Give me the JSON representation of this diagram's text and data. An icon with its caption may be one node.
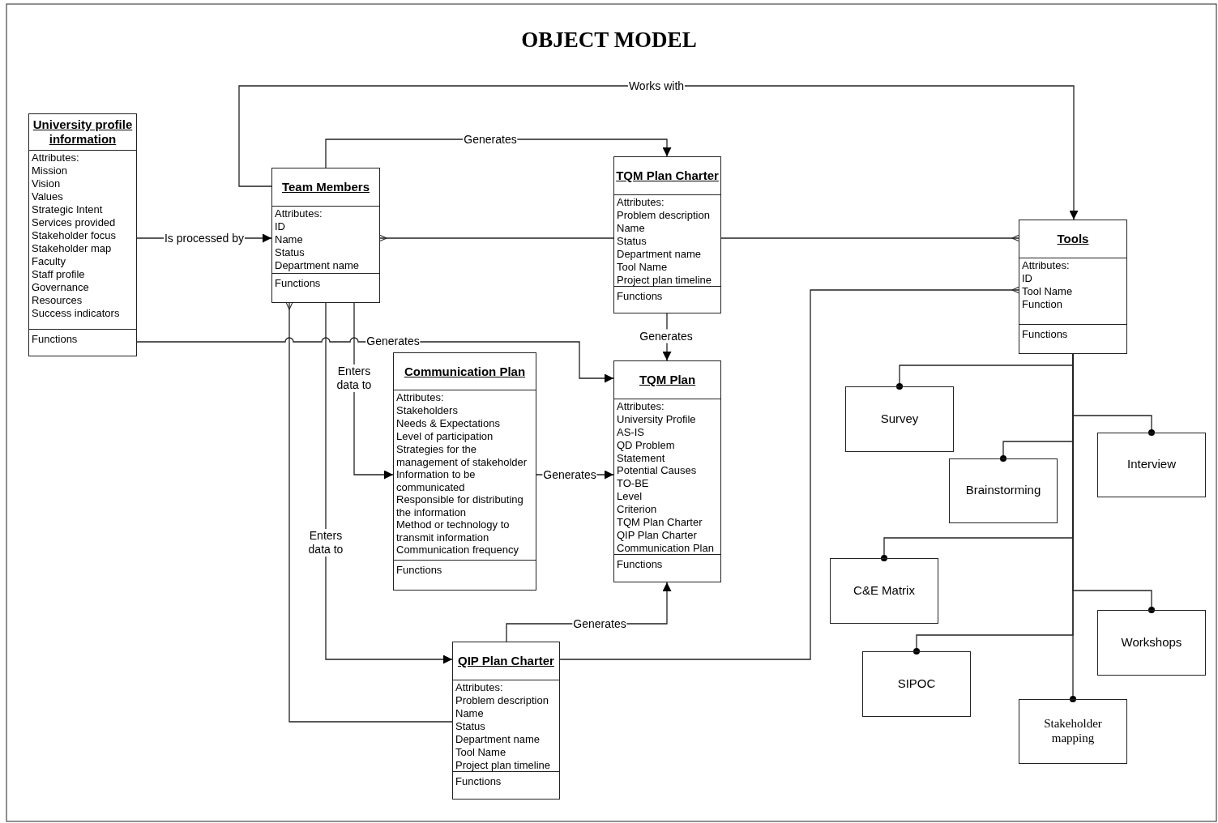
{
  "diagram": {
    "title": "OBJECT MODEL",
    "nodes": [
      {
        "text": [
          "University profile information",
          "Attributes:",
          "Mission",
          "Vision",
          "Values",
          "Strategic Intent",
          "Services provided",
          "Stakeholder focus",
          "Stakeholder map",
          "Faculty",
          "Staff profile",
          "Governance",
          "Resources",
          "Success indicators",
          "Functions"
        ]
      },
      {
        "text": [
          "Team Members",
          "Attributes:",
          "ID",
          "Name",
          "Status",
          "Department name",
          "Functions"
        ]
      },
      {
        "text": [
          "TQM Plan Charter",
          "Attributes:",
          "Problem description",
          "Name",
          "Status",
          "Department name",
          "Tool Name",
          "Project plan timeline",
          "Functions"
        ]
      },
      {
        "text": [
          "Tools",
          "Attributes:",
          "ID",
          "Tool Name",
          "Function",
          "Functions"
        ]
      },
      {
        "text": [
          "Communication Plan",
          "Attributes:",
          "Stakeholders",
          "Needs & Expectations",
          "Level of participation",
          "Strategies for the management of stakeholder",
          "Information to be communicated",
          "Responsible for distributing the information",
          "Method or technology to transmit information",
          "Communication frequency",
          "Functions"
        ]
      },
      {
        "text": [
          "TQM Plan",
          "Attributes:",
          "University Profile",
          "AS-IS",
          "QD Problem Statement",
          "Potential Causes",
          "TO-BE",
          "Level",
          "Criterion",
          "TQM Plan Charter",
          "QIP Plan Charter",
          "Communication Plan",
          "Functions"
        ]
      },
      {
        "text": [
          "QIP Plan Charter",
          "Attributes:",
          "Problem description",
          "Name",
          "Status",
          "Department name",
          "Tool Name",
          "Project plan timeline",
          "Functions"
        ]
      },
      {
        "text": [
          "Survey"
        ]
      },
      {
        "text": [
          "Interview"
        ]
      },
      {
        "text": [
          "Brainstorming"
        ]
      },
      {
        "text": [
          "C&E Matrix"
        ]
      },
      {
        "text": [
          "Workshops"
        ]
      },
      {
        "text": [
          "SIPOC"
        ]
      },
      {
        "text": [
          "Stakeholder mapping"
        ]
      }
    ],
    "edges": [
      {
        "from": 1,
        "to": 3,
        "arrow": "to",
        "label": "Works with"
      },
      {
        "from": 1,
        "to": 2,
        "arrow": "to",
        "label": "Generates"
      },
      {
        "from": 0,
        "to": 1,
        "arrow": "to",
        "label": "Is processed by"
      },
      {
        "from": 2,
        "to": 1,
        "arrow": "other"
      },
      {
        "from": 2,
        "to": 3,
        "arrow": "other"
      },
      {
        "from": 2,
        "to": 5,
        "arrow": "to",
        "label": "Generates"
      },
      {
        "from": 0,
        "to": 5,
        "arrow": "to",
        "label": "Generates"
      },
      {
        "from": 1,
        "to": 4,
        "arrow": "to",
        "label": "Enters data to"
      },
      {
        "from": 4,
        "to": 5,
        "arrow": "to",
        "label": "Generates"
      },
      {
        "from": 1,
        "to": 6,
        "arrow": "to",
        "label": "Enters data to"
      },
      {
        "from": 6,
        "to": 5,
        "arrow": "to",
        "label": "Generates"
      },
      {
        "from": 6,
        "to": 1,
        "arrow": "other"
      },
      {
        "from": 6,
        "to": 3,
        "arrow": "other"
      },
      {
        "from": 3,
        "to": 7,
        "arrow": "other"
      },
      {
        "from": 3,
        "to": 8,
        "arrow": "other"
      },
      {
        "from": 3,
        "to": 9,
        "arrow": "other"
      },
      {
        "from": 3,
        "to": 10,
        "arrow": "other"
      },
      {
        "from": 3,
        "to": 11,
        "arrow": "other"
      },
      {
        "from": 3,
        "to": 12,
        "arrow": "other"
      },
      {
        "from": 3,
        "to": 13,
        "arrow": "other"
      }
    ]
  }
}
